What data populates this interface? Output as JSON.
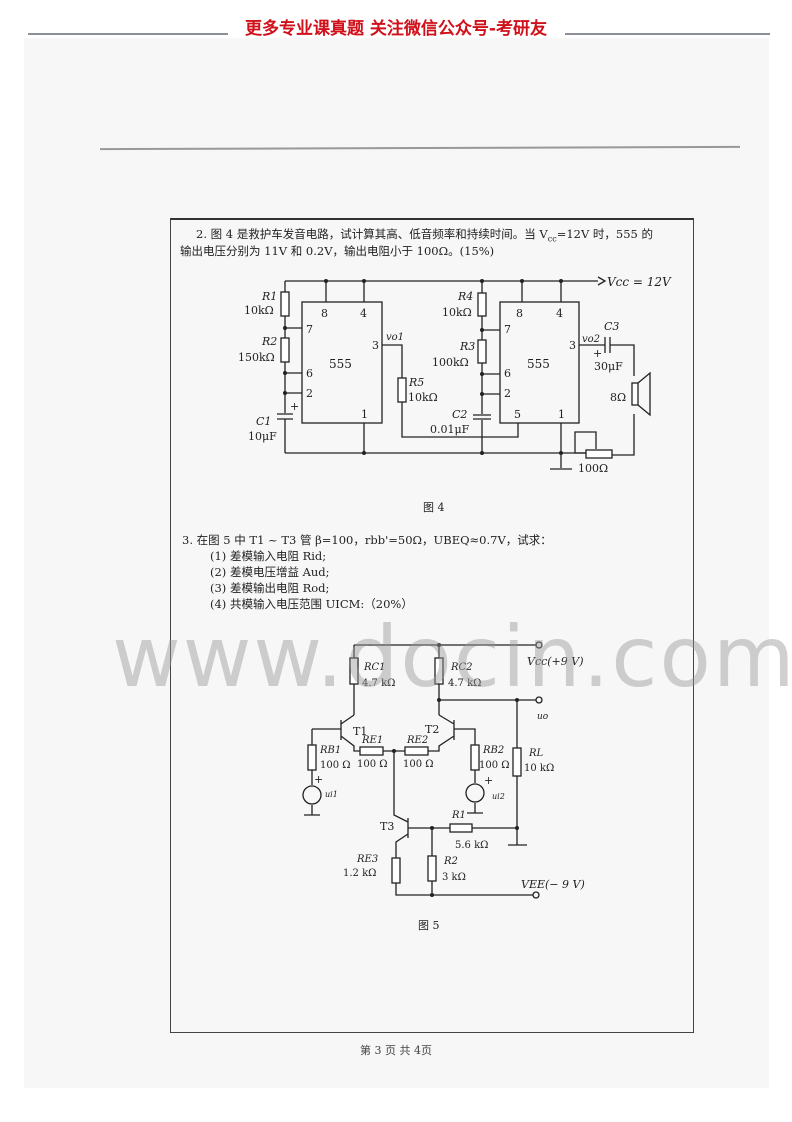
{
  "banner": "更多专业课真题 关注微信公众号-考研友",
  "q2": {
    "line1_a": "2.  图 4 是救护车发音电路，试计算其高、低音频率和持续时间。当 V",
    "line1_sub": "cc",
    "line1_b": "=12V 时，555 的",
    "line2": "输出电压分别为 11V 和 0.2V，输出电阻小于 100Ω。(15%)",
    "caption": "图 4",
    "labels": {
      "vcc": "Vcc = 12V",
      "r1": "R1",
      "r1v": "10kΩ",
      "r2": "R2",
      "r2v": "150kΩ",
      "c1": "C1",
      "c1v": "10μF",
      "chip": "555",
      "p8": "8",
      "p4": "4",
      "p7": "7",
      "p6": "6",
      "p2": "2",
      "p3": "3",
      "p1": "1",
      "p5": "5",
      "vo1": "vo1",
      "r5": "R5",
      "r5v": "10kΩ",
      "r4": "R4",
      "r4v": "10kΩ",
      "r3": "R3",
      "r3v": "100kΩ",
      "c2": "C2",
      "c2v": "0.01μF",
      "vo2": "vo2",
      "c3": "C3",
      "c3v": "30μF",
      "spk": "8Ω",
      "pot": "100Ω",
      "plus": "+"
    }
  },
  "q3": {
    "line1": "3. 在图 5 中 T1 ~ T3 管 β=100，rbb'=50Ω，UBEQ≈0.7V，试求：",
    "items": [
      "(1)    差模输入电阻 Rid;",
      "(2)    差模电压增益 Aud;",
      "(3)    差模输出电阻 Rod;",
      "(4)    共模输入电压范围 UICM:（20%）"
    ],
    "caption": "图 5",
    "labels": {
      "vcc": "Vcc(+9 V)",
      "rc1": "RC1",
      "rc1v": "4.7 kΩ",
      "rc2": "RC2",
      "rc2v": "4.7 kΩ",
      "uo": "uo",
      "t1": "T1",
      "t2": "T2",
      "t3": "T3",
      "re1": "RE1",
      "re1v": "100 Ω",
      "re2": "RE2",
      "re2v": "100 Ω",
      "rb1": "RB1",
      "rb1v": "100 Ω",
      "rb2": "RB2",
      "rb2v": "100 Ω",
      "rl": "RL",
      "rlv": "10 kΩ",
      "ui1": "ui1",
      "ui2": "ui2",
      "r1": "R1",
      "r1v": "5.6 kΩ",
      "re3": "RE3",
      "re3v": "1.2 kΩ",
      "r2": "R2",
      "r2v": "3 kΩ",
      "vee": "VEE(− 9 V)"
    }
  },
  "watermark": "www.docin.com",
  "footer": "第 3 页 共 4页"
}
